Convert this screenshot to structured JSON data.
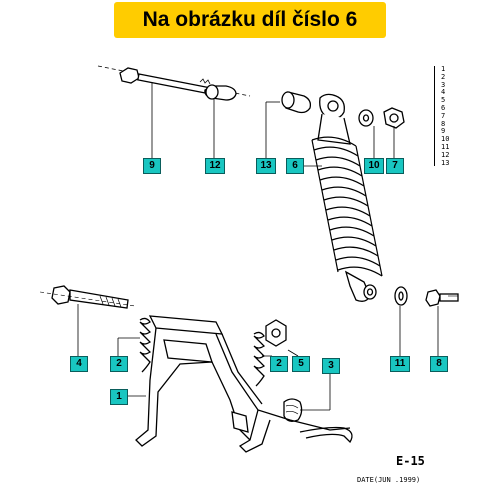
{
  "banner": {
    "text": "Na obrázku díl číslo 6",
    "color": "#ffcc00"
  },
  "callouts": [
    {
      "label": "9",
      "color": "#19c6c1"
    },
    {
      "label": "12",
      "color": "#19c6c1"
    },
    {
      "label": "13",
      "color": "#19c6c1"
    },
    {
      "label": "6",
      "color": "#19c6c1"
    },
    {
      "label": "10",
      "color": "#19c6c1"
    },
    {
      "label": "7",
      "color": "#19c6c1"
    },
    {
      "label": "4",
      "color": "#19c6c1"
    },
    {
      "label": "2",
      "color": "#19c6c1"
    },
    {
      "label": "2",
      "color": "#19c6c1"
    },
    {
      "label": "5",
      "color": "#19c6c1"
    },
    {
      "label": "3",
      "color": "#19c6c1"
    },
    {
      "label": "11",
      "color": "#19c6c1"
    },
    {
      "label": "8",
      "color": "#19c6c1"
    },
    {
      "label": "1",
      "color": "#19c6c1"
    }
  ],
  "part_list": [
    "1",
    "2",
    "3",
    "4",
    "5",
    "6",
    "7",
    "8",
    "9",
    "10",
    "11",
    "12",
    "13"
  ],
  "footer": {
    "code": "E-15",
    "date": "DATE(JUN .1999)"
  }
}
